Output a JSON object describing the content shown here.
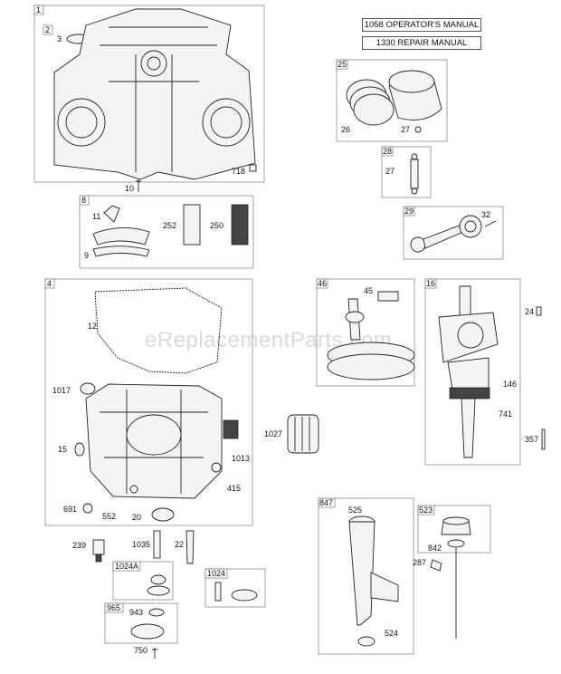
{
  "manuals": {
    "operators": "1058 OPERATOR'S MANUAL",
    "repair": "1330 REPAIR MANUAL"
  },
  "watermark": "eReplacementParts.com",
  "labels": {
    "b1": "1",
    "b2": "2",
    "n3": "3",
    "n718": "718",
    "n10": "10",
    "b8": "8",
    "n11": "11",
    "n9": "9",
    "n252": "252",
    "n250": "250",
    "b25": "25",
    "n26": "26",
    "n27a": "27",
    "b28": "28",
    "n27b": "27",
    "b29": "29",
    "n32": "32",
    "b4": "4",
    "n12": "12",
    "n1017": "1017",
    "n1027": "1027",
    "n15": "15",
    "n1013": "1013",
    "n415": "415",
    "n691": "691",
    "n552": "552",
    "n20": "20",
    "b46": "46",
    "n45": "45",
    "b16": "16",
    "n24": "24",
    "n146": "146",
    "n741": "741",
    "n357": "357",
    "n239": "239",
    "n1035": "1035",
    "n22": "22",
    "b1024A": "1024A",
    "b1024": "1024",
    "b965": "965",
    "n943": "943",
    "n750": "750",
    "b847": "847",
    "n525": "525",
    "n524": "524",
    "b523": "523",
    "n842": "842",
    "n287": "287"
  }
}
